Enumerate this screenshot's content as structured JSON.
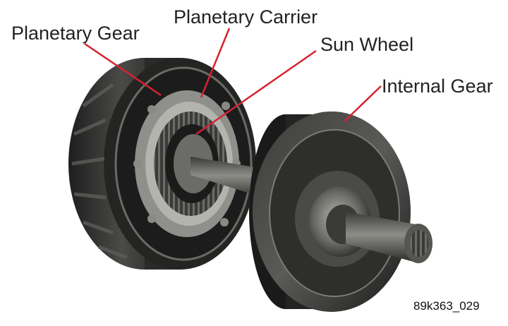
{
  "labels": {
    "planetary_gear": "Planetary Gear",
    "planetary_carrier": "Planetary Carrier",
    "sun_wheel": "Sun Wheel",
    "internal_gear": "Internal Gear"
  },
  "figure_code": "89k363_029",
  "colors": {
    "background": "#ffffff",
    "leader_line": "#d5232f",
    "label_text": "#222222",
    "metal_dark": "#2b2b2b",
    "metal_light": "#9a9a96"
  }
}
